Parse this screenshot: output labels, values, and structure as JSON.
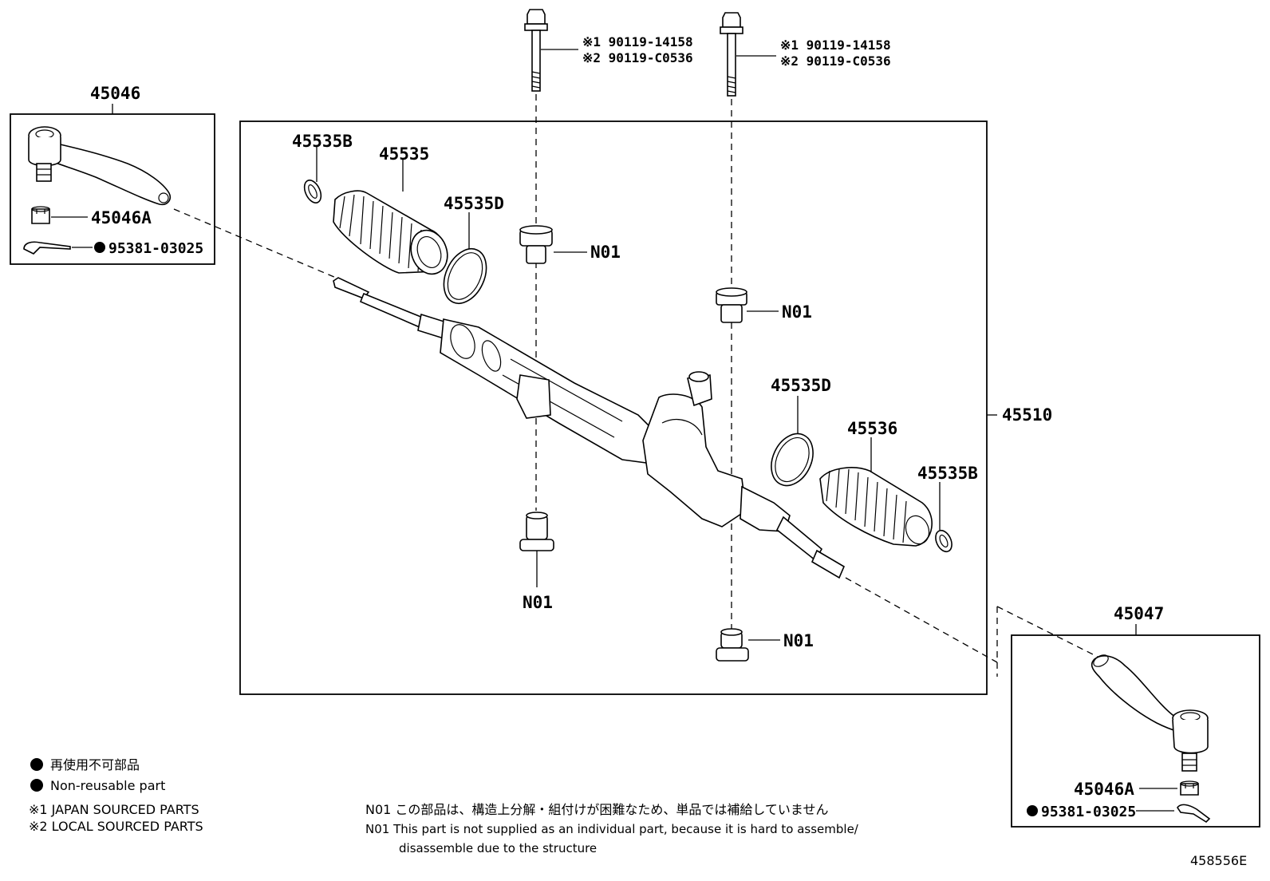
{
  "labels": {
    "tie_rod_end_left": "45046",
    "nut_left": "45046A",
    "cotter_pin_left": "95381-03025",
    "boot_clip_left": "45535B",
    "boot_left": "45535",
    "boot_band_left": "45535D",
    "rack_assembly": "45510",
    "boot_band_right": "45535D",
    "boot_right": "45536",
    "boot_clip_right": "45535B",
    "tie_rod_end_right": "45047",
    "nut_right": "45046A",
    "cotter_pin_right": "95381-03025",
    "bushing": "N01",
    "bolt_left_line1": "※1 90119-14158",
    "bolt_left_line2": "※2 90119-C0536",
    "bolt_right_line1": "※1 90119-14158",
    "bolt_right_line2": "※2 90119-C0536"
  },
  "legend": {
    "non_reusable_jp": "再使用不可部品",
    "non_reusable_en": "Non-reusable part",
    "sourced_1": "※1 JAPAN SOURCED PARTS",
    "sourced_2": "※2 LOCAL SOURCED PARTS"
  },
  "notes": {
    "n01_jp": "N01 この部品は、構造上分解・組付けが困難なため、単品では補給していません",
    "n01_en_line1": "N01 This part is not supplied as an individual part, because it is hard to assemble/",
    "n01_en_line2": "disassemble due to the structure"
  },
  "figure_id": "458556E",
  "icons": {
    "non_reusable_marker": "filled-circle-icon"
  }
}
